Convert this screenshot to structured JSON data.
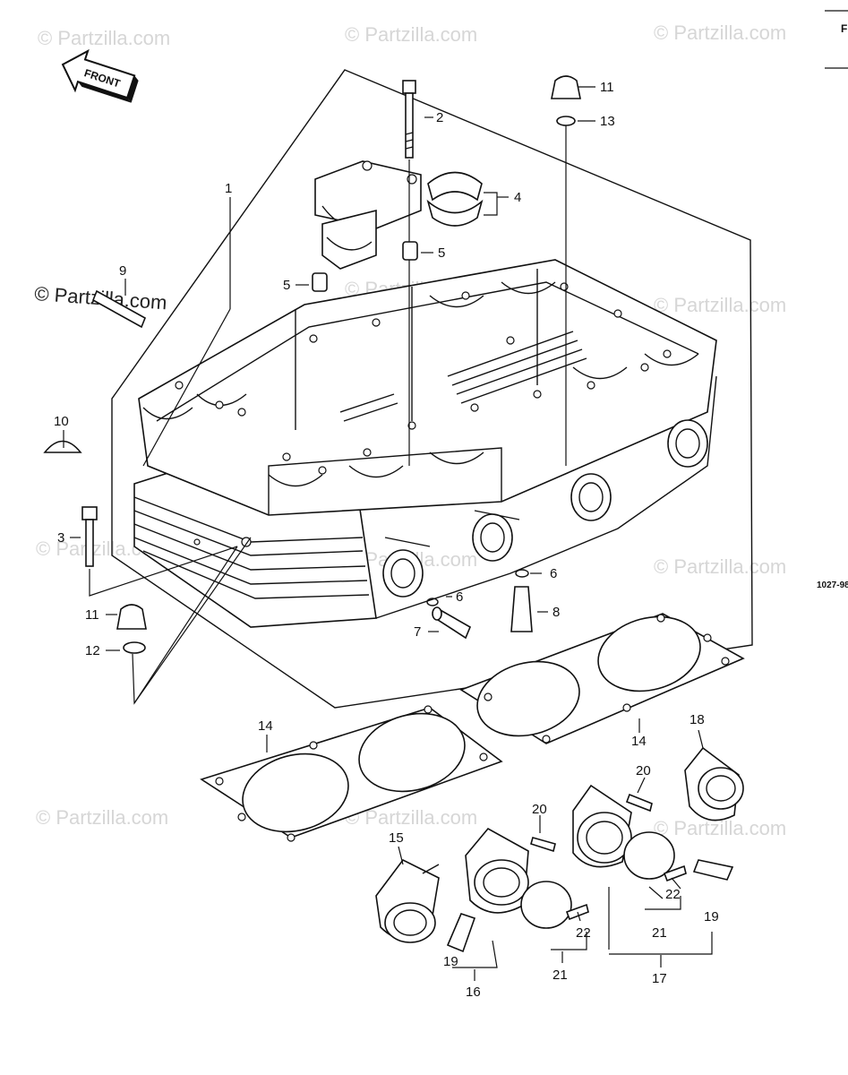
{
  "page": {
    "code": "1027-98",
    "corner_letter": "F"
  },
  "watermark": {
    "text": "© Partzilla.com",
    "prominent_text": "© Partzilla.com"
  },
  "front_arrow": {
    "text": "FRONT"
  },
  "callouts": {
    "c1": "1",
    "c2": "2",
    "c3": "3",
    "c4": "4",
    "c5a": "5",
    "c5b": "5",
    "c6a": "6",
    "c6b": "6",
    "c7": "7",
    "c8": "8",
    "c9": "9",
    "c10": "10",
    "c11a": "11",
    "c11b": "11",
    "c12": "12",
    "c13": "13",
    "c14a": "14",
    "c14b": "14",
    "c15": "15",
    "c16": "16",
    "c17": "17",
    "c18": "18",
    "c19a": "19",
    "c19b": "19",
    "c20a": "20",
    "c20b": "20",
    "c21a": "21",
    "c21b": "21",
    "c22a": "22",
    "c22b": "22"
  }
}
